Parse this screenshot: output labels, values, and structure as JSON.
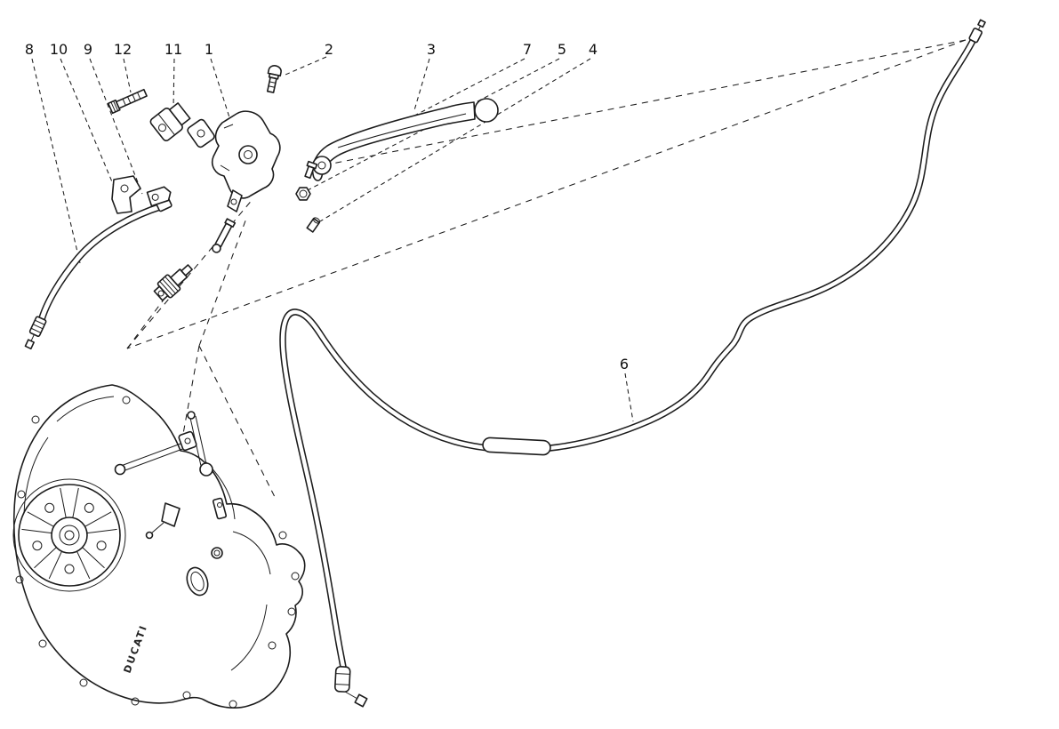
{
  "diagram": {
    "background_color": "#ffffff",
    "line_color": "#1c1c1c",
    "callouts": [
      {
        "label": "8"
      },
      {
        "label": "10"
      },
      {
        "label": "9"
      },
      {
        "label": "12"
      },
      {
        "label": "11"
      },
      {
        "label": "1"
      },
      {
        "label": "2"
      },
      {
        "label": "3"
      },
      {
        "label": "7"
      },
      {
        "label": "5"
      },
      {
        "label": "4"
      },
      {
        "label": "6"
      }
    ],
    "engine_cover": {
      "brand_text": "DUCATI"
    }
  }
}
